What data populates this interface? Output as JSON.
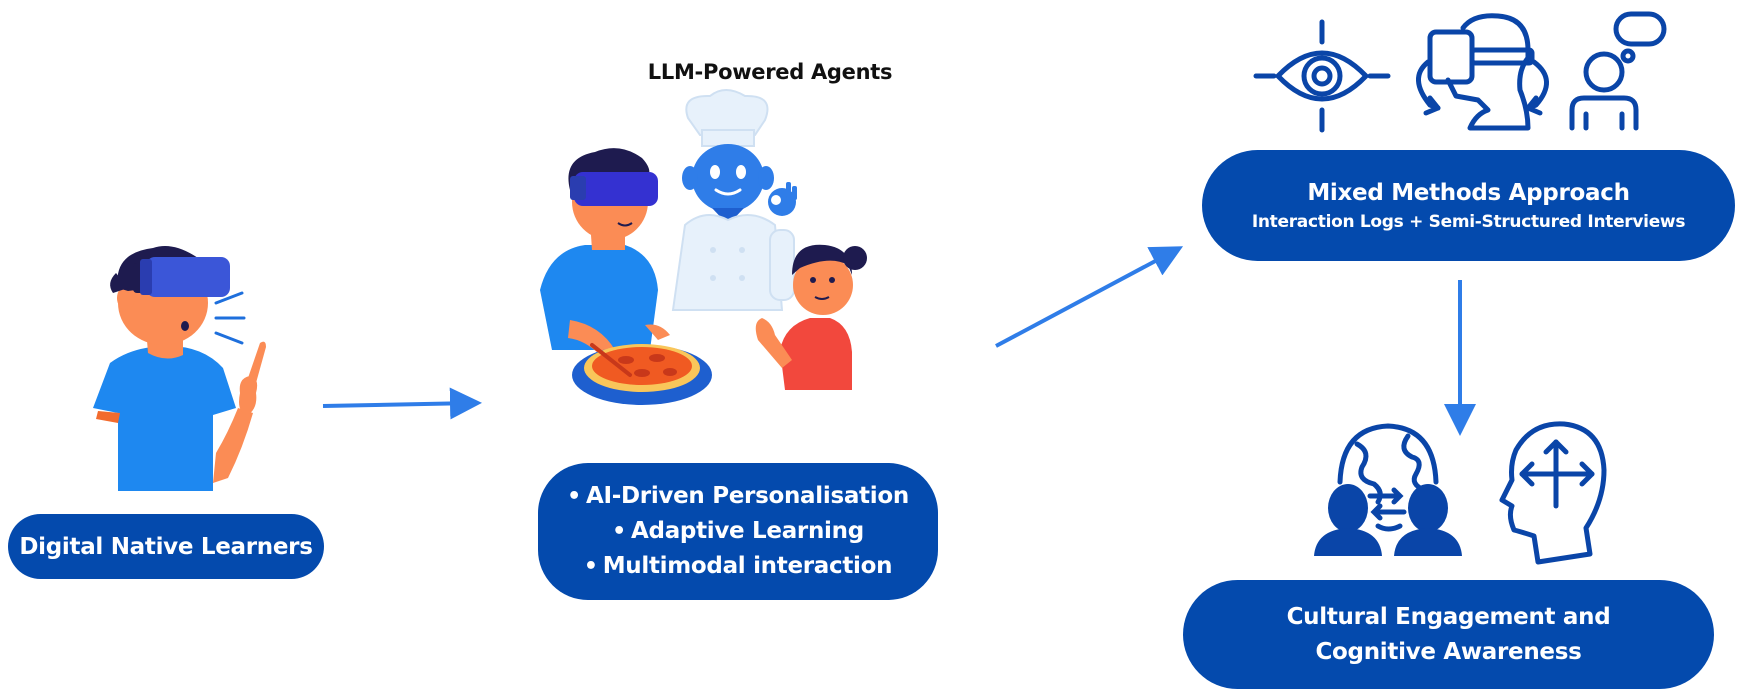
{
  "diagram": {
    "stage1": {
      "label": "Digital Native Learners",
      "illustration": "boy-with-vr-headset-raising-finger"
    },
    "stage2": {
      "title": "LLM-Powered Agents",
      "illustration": "boy-with-vr-making-pizza-with-robot-chef-and-girl",
      "bullets": [
        "AI-Driven Personalisation",
        "Adaptive Learning",
        "Multimodal interaction"
      ]
    },
    "stage3": {
      "title": "Mixed Methods Approach",
      "subtitle": "Interaction Logs + Semi-Structured Interviews",
      "icons": [
        "eye-tracking-icon",
        "vr-head-rotation-icon",
        "person-thinking-icon"
      ]
    },
    "stage4": {
      "label": "Cultural Engagement and Cognitive Awareness",
      "icons": [
        "cultural-exchange-globe-icon",
        "cognitive-head-arrows-icon"
      ]
    },
    "arrows": [
      {
        "from": "stage1",
        "to": "stage2"
      },
      {
        "from": "stage2",
        "to": "stage3"
      },
      {
        "from": "stage3",
        "to": "stage4"
      }
    ],
    "colors": {
      "box_fill": "#044aad",
      "box_text": "#ffffff",
      "arrow": "#2f7de8",
      "icon": "#0a45a8",
      "title_text": "#111111"
    }
  }
}
